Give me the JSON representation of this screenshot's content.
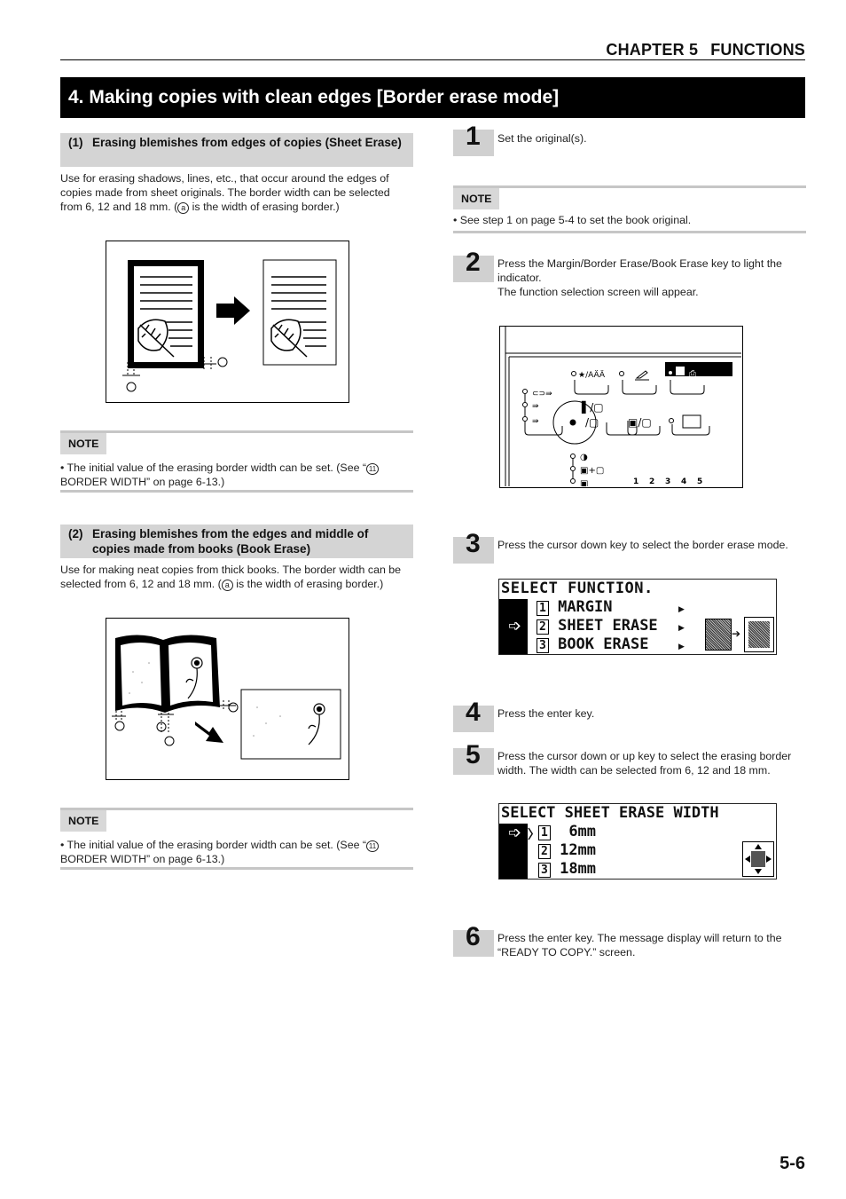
{
  "header": {
    "chapter": "CHAPTER 5",
    "section": "FUNCTIONS"
  },
  "title": "4. Making copies with clean edges [Border erase mode]",
  "sheet_erase": {
    "num": "(1)",
    "heading": "Erasing blemishes from edges of copies (Sheet Erase)",
    "text_before": "Use for erasing shadows, lines, etc., that occur around the edges of copies made from sheet originals. The border width can be selected from 6, 12 and 18 mm. (",
    "marker": "a",
    "text_after": " is the width of erasing border.)",
    "note_label": "NOTE",
    "note_before": "• The initial value of the erasing border width can be set. (See “",
    "note_marker": "11",
    "note_after": " BORDER WIDTH” on page 6-13.)"
  },
  "book_erase": {
    "num": "(2)",
    "heading": "Erasing blemishes from the edges and middle of copies made from books (Book Erase)",
    "text_before": "Use for making neat copies from thick books. The border width can be selected from 6, 12 and 18 mm. (",
    "marker": "a",
    "text_after": " is the width of erasing border.)",
    "note_label": "NOTE",
    "note_before": "• The initial value of the erasing border width can be set. (See “",
    "note_marker": "11",
    "note_after": " BORDER WIDTH” on page 6-13.)"
  },
  "steps": [
    {
      "num": "1",
      "text": "Set the original(s)."
    },
    {
      "num": "2",
      "text": "Press the Margin/Border Erase/Book Erase key to light the indicator.",
      "text2": "The function selection screen will appear."
    },
    {
      "num": "3",
      "text": "Press the cursor down key to select the border erase mode."
    },
    {
      "num": "4",
      "text": "Press the enter key."
    },
    {
      "num": "5",
      "text": "Press the cursor down or up key to select the erasing border width. The width can be selected from 6, 12 and 18 mm."
    },
    {
      "num": "6",
      "text": "Press the enter key. The message display will return to the “READY TO COPY.” screen."
    }
  ],
  "step1_note": {
    "label": "NOTE",
    "text": "• See step 1 on page 5-4 to set the book original."
  },
  "panel": {
    "lamp_label": "★/AÄÄ",
    "scale": [
      "1",
      "2",
      "3",
      "4",
      "5"
    ]
  },
  "lcd_function": {
    "title": "SELECT FUNCTION.",
    "items": [
      {
        "num": "1",
        "label": "MARGIN"
      },
      {
        "num": "2",
        "label": "SHEET ERASE"
      },
      {
        "num": "3",
        "label": "BOOK ERASE"
      }
    ]
  },
  "lcd_width": {
    "title": "SELECT SHEET ERASE WIDTH",
    "items": [
      {
        "num": "1",
        "label": "6mm"
      },
      {
        "num": "2",
        "label": "12mm"
      },
      {
        "num": "3",
        "label": "18mm"
      }
    ]
  },
  "page_number": "5-6"
}
